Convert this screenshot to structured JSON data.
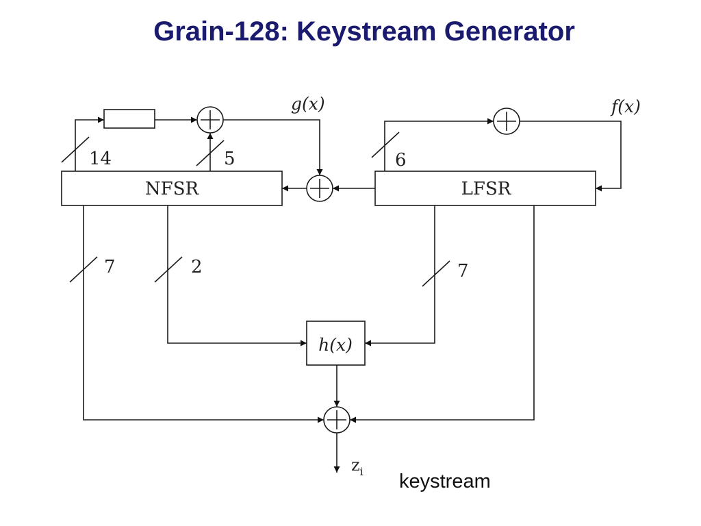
{
  "title": "Grain-128: Keystream Generator",
  "diagram": {
    "nfsr_label": "NFSR",
    "lfsr_label": "LFSR",
    "g_label": "g(x)",
    "f_label": "f(x)",
    "h_label": "h(x)",
    "z_base": "z",
    "z_sub": "i",
    "keystream_label": "keystream",
    "bus_widths": {
      "nfsr_to_delay": "14",
      "nfsr_to_g_xor": "5",
      "lfsr_to_f_xor": "6",
      "nfsr_to_output": "7",
      "nfsr_to_h": "2",
      "lfsr_to_h": "7"
    }
  }
}
